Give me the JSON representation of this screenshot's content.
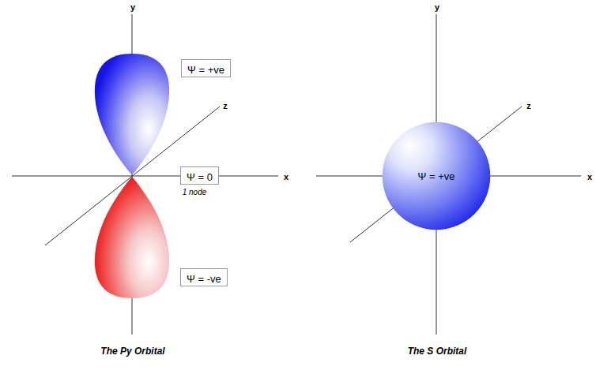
{
  "diagram": {
    "nodes": [
      {
        "text": [
          "Ψ = +ve"
        ]
      },
      {
        "text": [
          "Ψ = 0"
        ]
      },
      {
        "text": [
          "Ψ = -ve"
        ]
      },
      {
        "text": [
          "Ψ = +ve"
        ]
      }
    ],
    "labels": [
      "y",
      "z",
      "x",
      "1 node",
      "y",
      "z",
      "x",
      "The Py Orbital",
      "The S Orbital"
    ]
  }
}
